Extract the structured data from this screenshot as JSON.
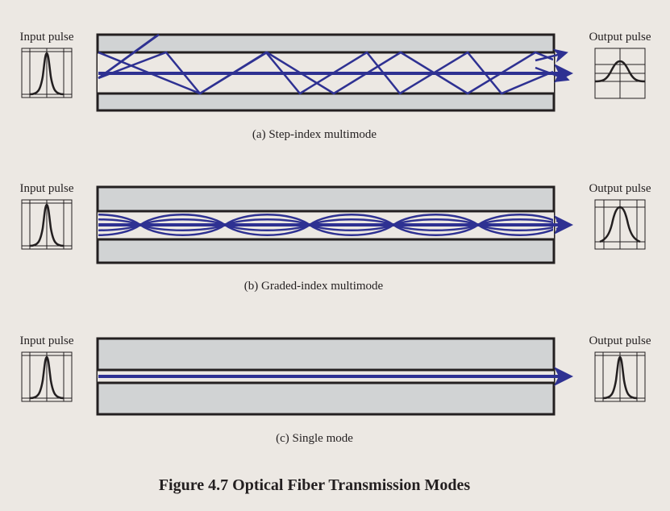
{
  "figure": {
    "title": "Figure 4.7 Optical Fiber Transmission Modes",
    "colors": {
      "background": "#ece8e3",
      "cladding": "#d1d3d4",
      "core": "#ece8e3",
      "outline": "#231f20",
      "ray": "#2e3192",
      "pulse": "#231f20"
    },
    "panels": [
      {
        "id": "a",
        "caption": "(a) Step-index multimode",
        "input_label": "Input pulse",
        "output_label": "Output pulse",
        "core": "thick",
        "ray_type": "zigzag",
        "input_pulse_width": "narrow",
        "output_pulse_width": "very wide, low amplitude"
      },
      {
        "id": "b",
        "caption": "(b) Graded-index multimode",
        "input_label": "Input pulse",
        "output_label": "Output pulse",
        "core": "medium",
        "ray_type": "sinusoidal",
        "input_pulse_width": "narrow",
        "output_pulse_width": "moderately wider"
      },
      {
        "id": "c",
        "caption": "(c) Single mode",
        "input_label": "Input pulse",
        "output_label": "Output pulse",
        "core": "thin",
        "ray_type": "straight",
        "input_pulse_width": "narrow",
        "output_pulse_width": "narrow"
      }
    ]
  }
}
